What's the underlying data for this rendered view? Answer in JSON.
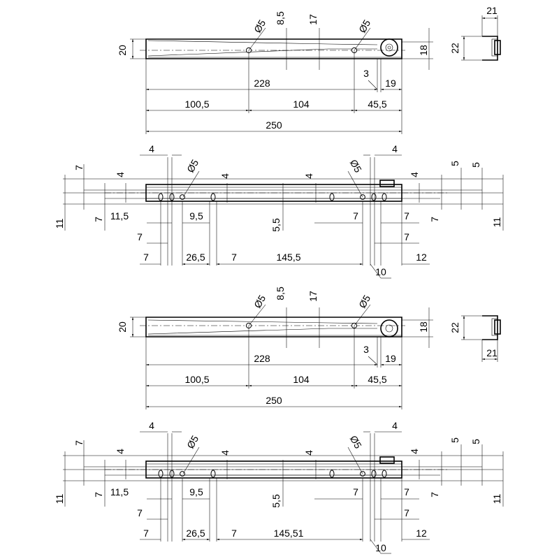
{
  "views": {
    "side_top": {
      "height_left": "20",
      "hole_left": "Ø5",
      "offset_85": "8,5",
      "offset_17": "17",
      "hole_right": "Ø5",
      "height_right": "18",
      "dim_228": "228",
      "dim_3": "3",
      "dim_19": "19",
      "dim_1005": "100,5",
      "dim_104": "104",
      "dim_455": "45,5",
      "dim_250": "250"
    },
    "end_top": {
      "width": "21",
      "height": "22"
    },
    "plan_top": {
      "d4_left": "4",
      "d7_left": "7",
      "d4_left_inner": "4",
      "hole_left": "Ø5",
      "d4_mid1": "4",
      "d4_mid2": "4",
      "hole_right": "Ø5",
      "d4_right": "4",
      "d4_right_inner": "4",
      "d5_a": "5",
      "d5_b": "5",
      "d11_left": "11",
      "d7_left_low": "7",
      "d115": "11,5",
      "d95": "9,5",
      "d55": "5,5",
      "d7_m1": "7",
      "d7_m2": "7",
      "d7_r1": "7",
      "d11_right": "11",
      "d7_a": "7",
      "d7_b": "7",
      "d7_c": "7",
      "d265": "26,5",
      "d7_d": "7",
      "d1455": "145,5",
      "d12": "12",
      "d10": "10"
    },
    "side_bottom": {
      "height_left": "20",
      "hole_left": "Ø5",
      "offset_85": "8,5",
      "offset_17": "17",
      "hole_right": "Ø5",
      "height_right": "18",
      "dim_228": "228",
      "dim_3": "3",
      "dim_19": "19",
      "dim_1005": "100,5",
      "dim_104": "104",
      "dim_455": "45,5",
      "dim_250": "250"
    },
    "end_bottom": {
      "width": "21",
      "height": "22"
    },
    "plan_bottom": {
      "d4_left": "4",
      "d7_left": "7",
      "d4_left_inner": "4",
      "hole_left": "Ø5",
      "d4_mid1": "4",
      "d4_mid2": "4",
      "hole_right": "Ø5",
      "d4_right": "4",
      "d4_right_inner": "4",
      "d5_a": "5",
      "d5_b": "5",
      "d11_left": "11",
      "d7_left_low": "7",
      "d115": "11,5",
      "d95": "9,5",
      "d55": "5,5",
      "d7_m1": "7",
      "d7_m2": "7",
      "d7_r1": "7",
      "d11_right": "11",
      "d7_a": "7",
      "d7_b": "7",
      "d7_c": "7",
      "d265": "26,5",
      "d7_d": "7",
      "d1455": "145,51",
      "d12": "12",
      "d10": "10"
    }
  }
}
